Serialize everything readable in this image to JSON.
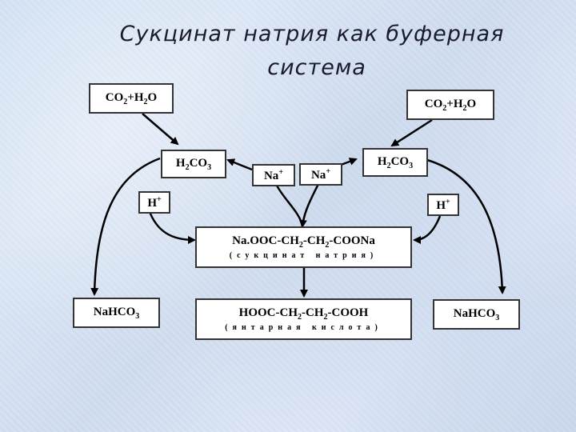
{
  "title": {
    "line1": "Сукцинат натрия как буферная",
    "line2": "система"
  },
  "nodes": {
    "co2_left": {
      "a": "CO",
      "s1": "2",
      "b": "+H",
      "s2": "2",
      "c": "O"
    },
    "co2_right": {
      "a": "CO",
      "s1": "2",
      "b": "+H",
      "s2": "2",
      "c": "O"
    },
    "h2co3_left": {
      "a": "H",
      "s1": "2",
      "b": "CO",
      "s2": "3"
    },
    "h2co3_right": {
      "a": "H",
      "s1": "2",
      "b": "CO",
      "s2": "3"
    },
    "na_left": {
      "a": "Na",
      "sup": "+"
    },
    "na_right": {
      "a": "Na",
      "sup": "+"
    },
    "h_left": {
      "a": "H",
      "sup": "+"
    },
    "h_right": {
      "a": "H",
      "sup": "+"
    },
    "succinate": {
      "a": "Na.OOC-CH",
      "s1": "2",
      "b": "-CH",
      "s2": "2",
      "c": "-COONa",
      "caption": "(сукцинат натрия)"
    },
    "succinic": {
      "a": "HOOC-CH",
      "s1": "2",
      "b": "-CH",
      "s2": "2",
      "c": "-COOH",
      "caption": "(янтарная кислота)"
    },
    "nahco3_left": {
      "a": "NaHCO",
      "s1": "3"
    },
    "nahco3_right": {
      "a": "NaHCO",
      "s1": "3"
    }
  },
  "colors": {
    "arrow": "#000000",
    "box_border": "#333333"
  }
}
